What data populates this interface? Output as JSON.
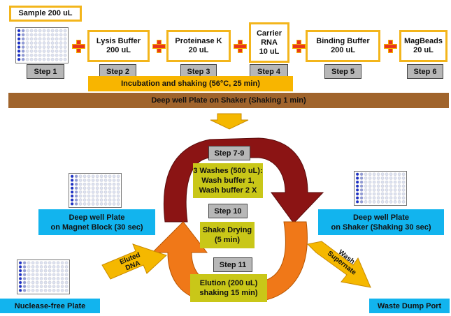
{
  "top_row": {
    "sample": "Sample 200 uL",
    "reagents": [
      {
        "text": "Lysis Buffer\n200 uL"
      },
      {
        "text": "Proteinase K\n20 uL"
      },
      {
        "text": "Carrier\nRNA\n10 uL"
      },
      {
        "text": "Binding Buffer\n200 uL"
      },
      {
        "text": "MagBeads\n20 uL"
      }
    ],
    "steps": [
      "Step 1",
      "Step 2",
      "Step 3",
      "Step 4",
      "Step 5",
      "Step 6"
    ]
  },
  "incubation": "Incubation and shaking (56°C, 25 min)",
  "shaker_bar": "Deep well Plate on Shaker (Shaking 1 min)",
  "cycle": {
    "step_7_9": "Step 7-9",
    "washes": "3 Washes (500 uL):\nWash buffer 1,\nWash buffer 2 X",
    "step_10": "Step 10",
    "shake_drying": "Shake Drying\n(5 min)",
    "step_11": "Step 11",
    "elution": "Elution (200 uL)\nshaking  15 min)"
  },
  "left_plate_label": "Deep well Plate\non  Magnet Block (30 sec)",
  "right_plate_label": "Deep well Plate\non  Shaker  (Shaking 30 sec)",
  "eluted_dna": "Eluted\nDNA",
  "nuclease_plate": "Nuclease-free Plate",
  "wash_supernate": "Wash\nSupernate",
  "waste_port": "Waste Dump Port",
  "colors": {
    "orange_border": "#f3b51b",
    "step_grey": "#b7b7b7",
    "incubation_orange": "#f8b500",
    "shaker_brown": "#a0642c",
    "label_blue": "#12b4ee",
    "olive": "#c9c718",
    "arrow_dark_red": "#8b1414",
    "arrow_orange": "#f07818",
    "arrow_yellow": "#f5b800"
  }
}
